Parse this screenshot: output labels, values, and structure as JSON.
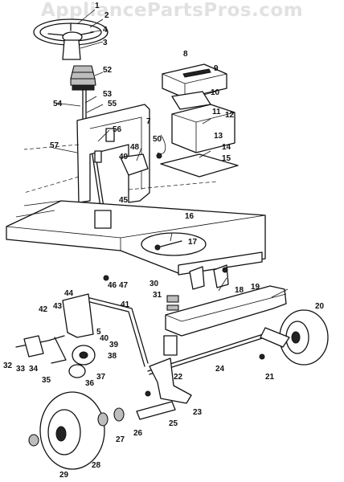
{
  "watermark": "AppliancePartsPros.com",
  "callouts": [
    "1",
    "2",
    "3",
    "4",
    "5",
    "8",
    "9",
    "10",
    "11",
    "12",
    "13",
    "14",
    "15",
    "16",
    "17",
    "18",
    "19",
    "20",
    "21",
    "22",
    "23",
    "24",
    "25",
    "26",
    "27",
    "28",
    "29",
    "30",
    "31",
    "32",
    "33",
    "34",
    "35",
    "36",
    "37",
    "38",
    "39",
    "40",
    "41",
    "42",
    "43",
    "44",
    "45",
    "46",
    "47",
    "48",
    "49",
    "50",
    "52",
    "53",
    "54",
    "55",
    "56",
    "57",
    "7"
  ]
}
